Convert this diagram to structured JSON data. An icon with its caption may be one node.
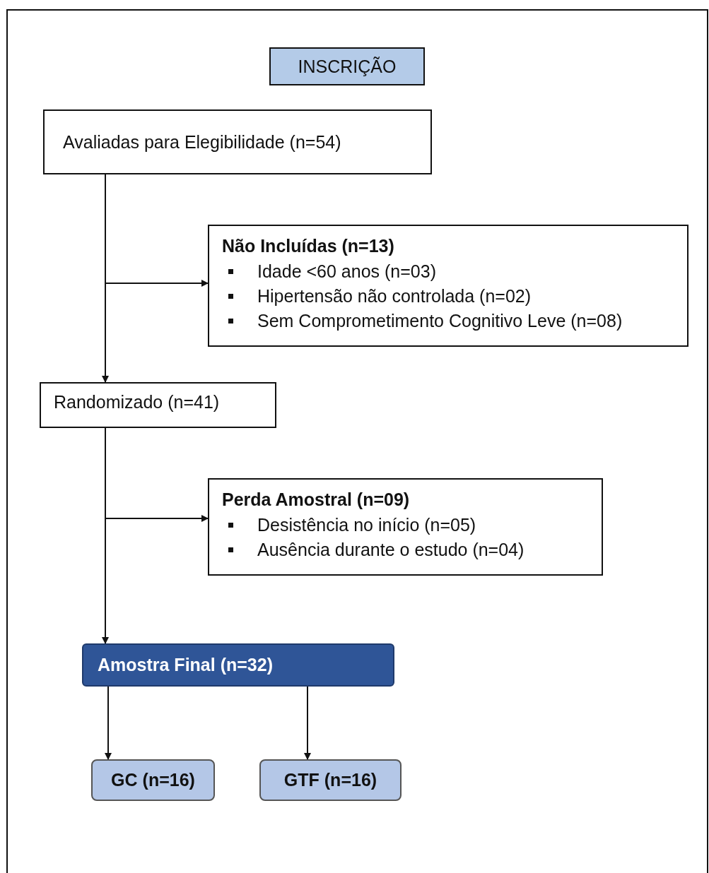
{
  "diagram": {
    "nodes": [
      {
        "text": [
          "INSCRIÇÃO"
        ]
      },
      {
        "text": [
          "Avaliadas para Elegibilidade (n=54)"
        ]
      },
      {
        "text": [
          "Não Incluídas (n=13)",
          "Idade <60 anos (n=03)",
          "Hipertensão não controlada (n=02)",
          "Sem Comprometimento Cognitivo Leve (n=08)"
        ]
      },
      {
        "text": [
          "Randomizado (n=41)"
        ]
      },
      {
        "text": [
          "Perda Amostral (n=09)",
          "Desistência no início (n=05)",
          "Ausência durante o estudo (n=04)"
        ]
      },
      {
        "text": [
          "Amostra Final (n=32)"
        ]
      },
      {
        "text": [
          "GC (n=16)"
        ]
      },
      {
        "text": [
          "GTF (n=16)"
        ]
      }
    ],
    "edges": [
      {
        "from": 1,
        "to": 3,
        "arrow": "to"
      },
      {
        "from": 1,
        "to": 2,
        "arrow": "to"
      },
      {
        "from": 3,
        "to": 4,
        "arrow": "to"
      },
      {
        "from": 3,
        "to": 5,
        "arrow": "to"
      },
      {
        "from": 5,
        "to": 6,
        "arrow": "to"
      },
      {
        "from": 5,
        "to": 7,
        "arrow": "to"
      }
    ]
  }
}
